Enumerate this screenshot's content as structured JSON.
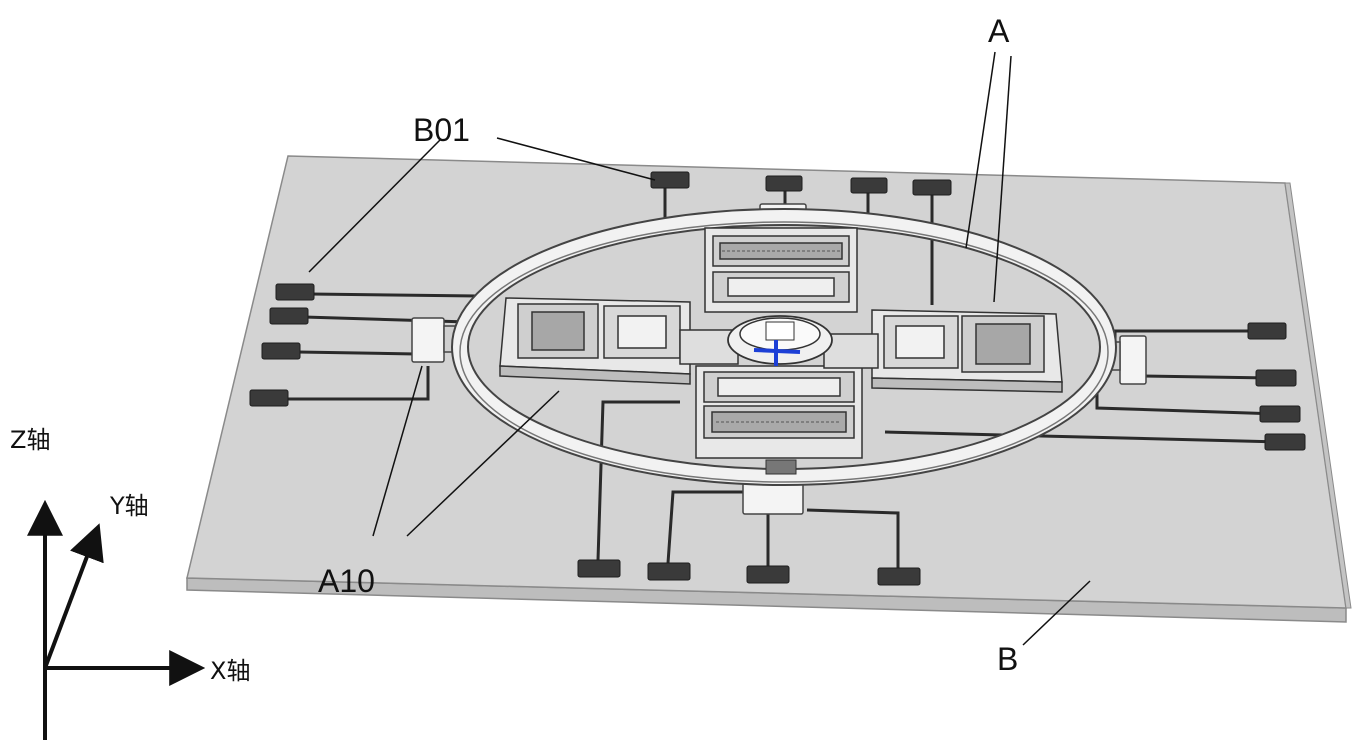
{
  "labels": {
    "a": "A",
    "b01": "B01",
    "a10": "A10",
    "b": "B"
  },
  "axes": {
    "z": "Z轴",
    "y": "Y轴",
    "x": "X轴"
  },
  "colors": {
    "substrate": "#d3d3d3",
    "substrate_edge": "#9a9a9a",
    "pad": "#3a3a3a",
    "trace": "#2a2a2a",
    "ring": "#f2f2f2",
    "module": "#e8e8e8",
    "accent_blue": "#1c3fd6"
  }
}
